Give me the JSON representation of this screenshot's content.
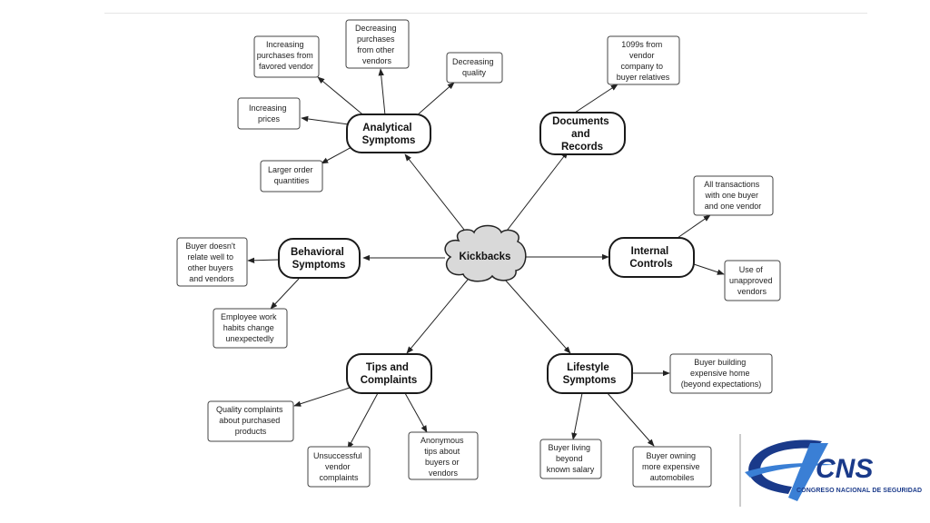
{
  "center": {
    "label": "Kickbacks"
  },
  "main_nodes": {
    "analytical": [
      "Analytical",
      "Symptoms"
    ],
    "documents": [
      "Documents",
      "and",
      "Records"
    ],
    "internal": [
      "Internal",
      "Controls"
    ],
    "lifestyle": [
      "Lifestyle",
      "Symptoms"
    ],
    "tips": [
      "Tips and",
      "Complaints"
    ],
    "behavioral": [
      "Behavioral",
      "Symptoms"
    ]
  },
  "leaves": {
    "increasing_purchases": [
      "Increasing",
      "purchases from",
      "favored vendor"
    ],
    "decreasing_purchases": [
      "Decreasing",
      "purchases",
      "from other",
      "vendors"
    ],
    "decreasing_quality": [
      "Decreasing",
      "quality"
    ],
    "increasing_prices": [
      "Increasing",
      "prices"
    ],
    "larger_orders": [
      "Larger order",
      "quantities"
    ],
    "form_1099s": [
      "1099s from",
      "vendor",
      "company to",
      "buyer relatives"
    ],
    "one_buyer_vendor": [
      "All transactions",
      "with one buyer",
      "and one vendor"
    ],
    "unapproved_vendors": [
      "Use of",
      "unapproved",
      "vendors"
    ],
    "buyer_relate": [
      "Buyer doesn't",
      "relate well to",
      "other buyers",
      "and vendors"
    ],
    "work_habits": [
      "Employee work",
      "habits change",
      "unexpectedly"
    ],
    "quality_complaints": [
      "Quality complaints",
      "about purchased",
      "products"
    ],
    "vendor_complaints": [
      "Unsuccessful",
      "vendor",
      "complaints"
    ],
    "anonymous_tips": [
      "Anonymous",
      "tips about",
      "buyers or",
      "vendors"
    ],
    "expensive_home": [
      "Buyer building",
      "expensive home",
      "(beyond expectations)"
    ],
    "beyond_salary": [
      "Buyer living",
      "beyond",
      "known salary"
    ],
    "expensive_autos": [
      "Buyer owning",
      "more expensive",
      "automobiles"
    ]
  },
  "logo": {
    "name": "CNS",
    "subtitle": "CONGRESO NACIONAL DE SEGURIDAD"
  },
  "colors": {
    "cloud_fill": "#d9d9d9",
    "logo_blue": "#1a3a8a",
    "logo_light_blue": "#3a7fd5"
  }
}
